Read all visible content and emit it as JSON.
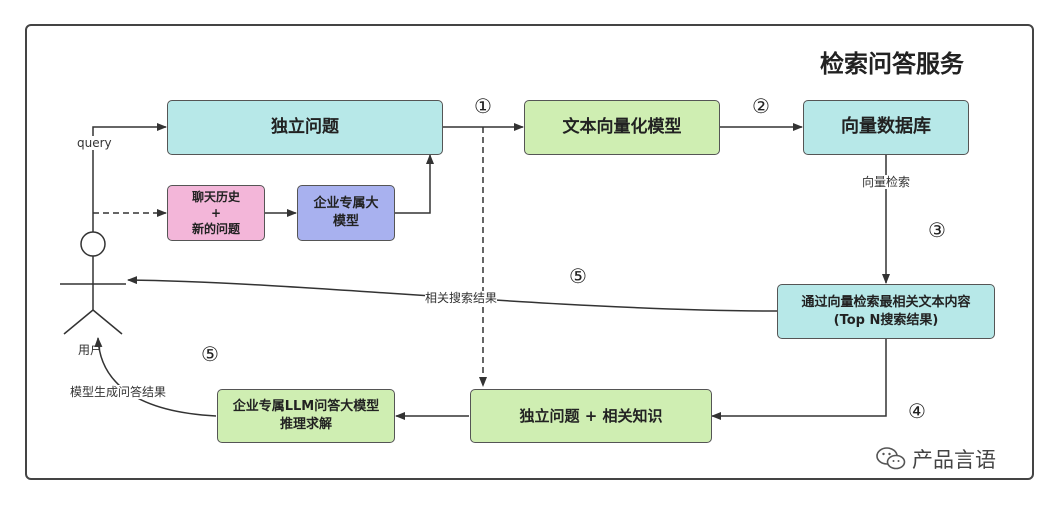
{
  "title": "检索问答服务",
  "nodes": {
    "independent_question": "独立问题",
    "text_vector_model": "文本向量化模型",
    "vector_db": "向量数据库",
    "chat_history": "聊天历史\n+\n新的问题",
    "enterprise_model": "企业专属大\n模型",
    "vector_search_result": "通过向量检索最相关文本内容\n(Top N搜索结果)",
    "question_plus_knowledge": "独立问题 + 相关知识",
    "llm_inference": "企业专属LLM问答大模型\n推理求解"
  },
  "labels": {
    "query": "query",
    "vector_search": "向量检索",
    "related_search_results": "相关搜索结果",
    "model_generated_answer": "模型生成问答结果",
    "user": "用户"
  },
  "step_numbers": {
    "s1": "①",
    "s2": "②",
    "s3": "③",
    "s4": "④",
    "s5a": "⑤",
    "s5b": "⑤"
  },
  "watermark": "产品言语",
  "colors": {
    "teal": "#b7e8e8",
    "green": "#cfeeb2",
    "pink": "#f3b6d9",
    "purple": "#a8b1ef"
  }
}
